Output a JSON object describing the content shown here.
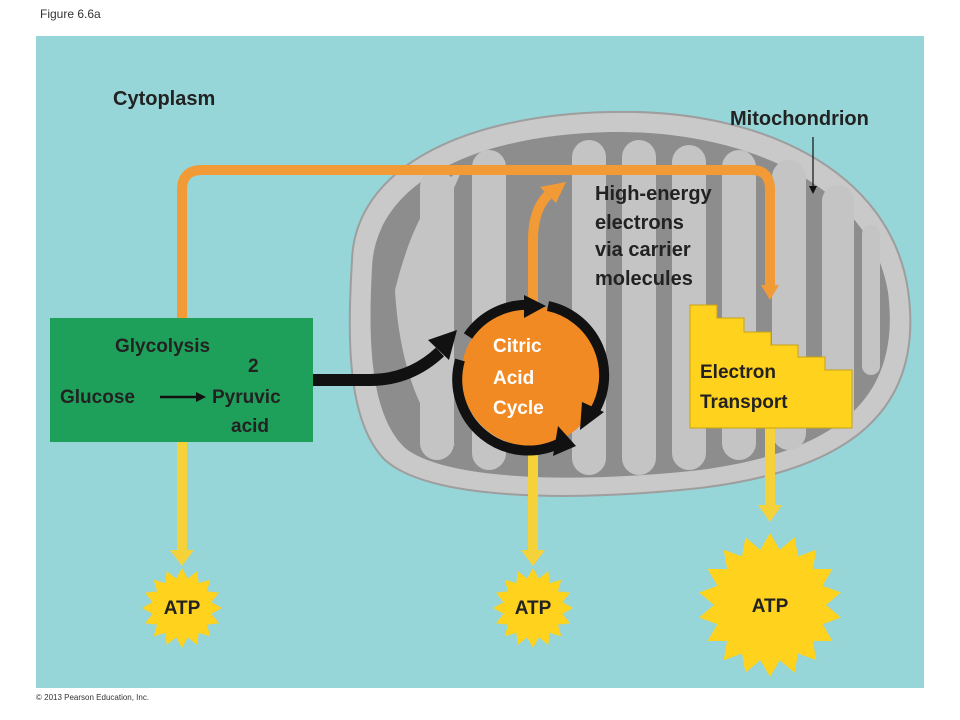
{
  "figure_label": "Figure 6.6a",
  "copyright": "© 2013 Pearson Education, Inc.",
  "labels": {
    "cytoplasm": "Cytoplasm",
    "mitochondrion": "Mitochondrion",
    "glycolysis": "Glycolysis",
    "two": "2",
    "glucose": "Glucose",
    "pyruvic": "Pyruvic",
    "acid": "acid",
    "citric_1": "Citric",
    "citric_2": "Acid",
    "citric_3": "Cycle",
    "electron_1": "Electron",
    "electron_2": "Transport",
    "he_1": "High-energy",
    "he_2": "electrons",
    "he_3": "via carrier",
    "he_4": "molecules",
    "atp_1": "ATP",
    "atp_2": "ATP",
    "atp_3": "ATP"
  },
  "colors": {
    "background": "#96d5d8",
    "mito_outer": "#c9c9c9",
    "mito_inner": "#8d8d8d",
    "glycolysis_box": "#1fa05a",
    "citric_circle": "#f18a22",
    "electron_box": "#ffd21e",
    "orange_arrow": "#f29a35",
    "yellow_arrow": "#f5d23a",
    "atp_burst": "#ffd21e"
  }
}
